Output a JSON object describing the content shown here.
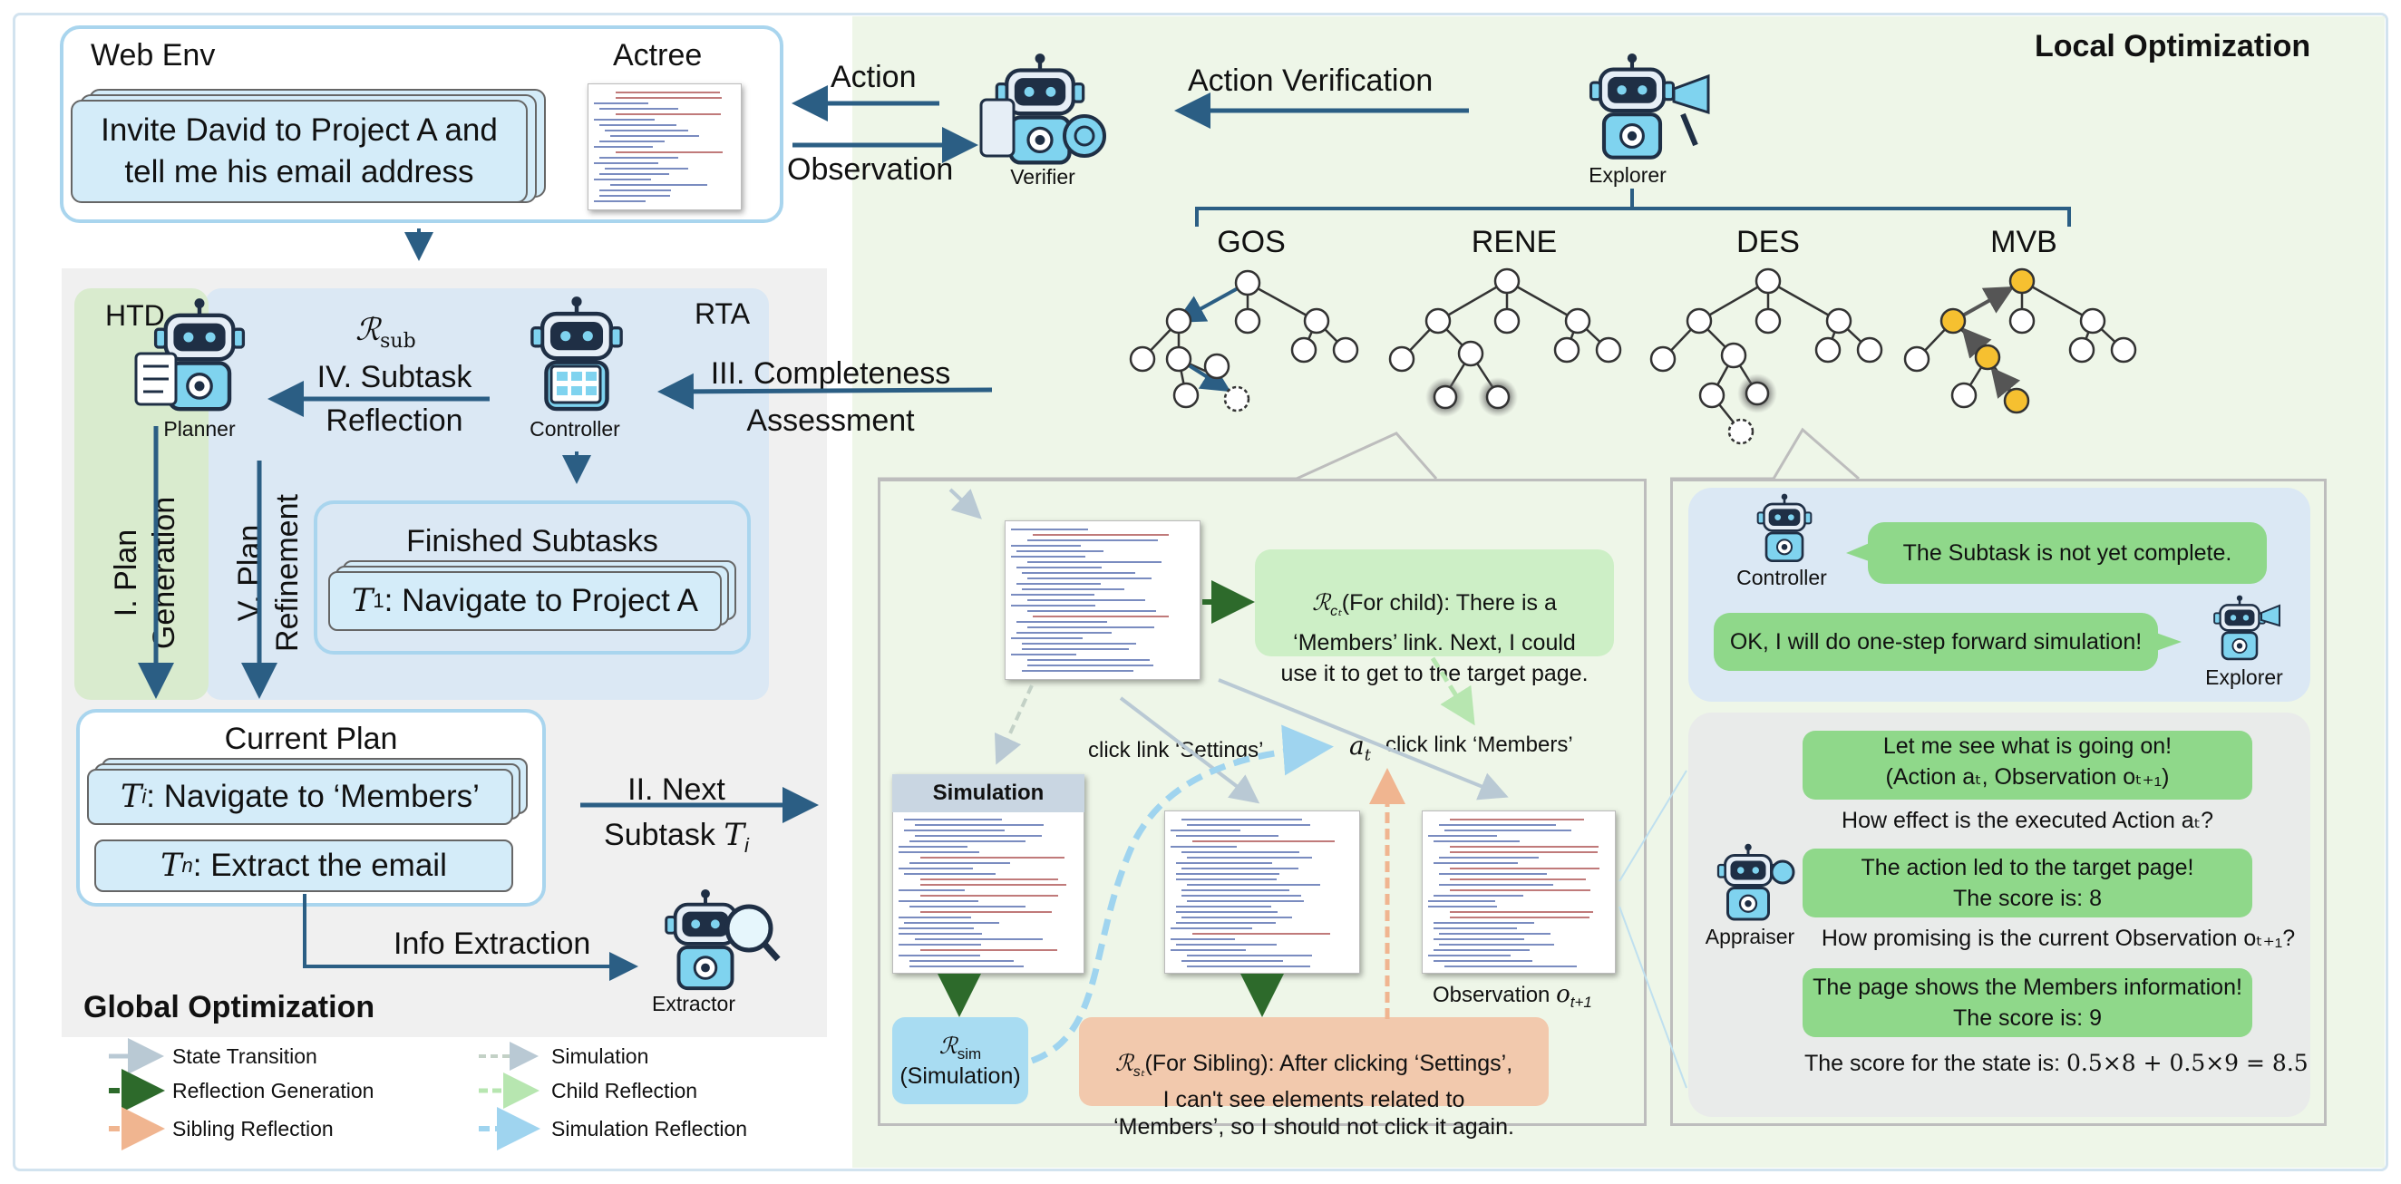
{
  "global": {
    "web_env": "Web Env",
    "actree": "Actree",
    "task": "Invite David to Project A and\ntell me his email address",
    "htd": "HTD",
    "rta": "RTA",
    "r_sub": "ℛ",
    "r_sub_sub": "sub",
    "subtask_reflection_1": "IV. Subtask",
    "subtask_reflection_2": "Reflection",
    "planner": "Planner",
    "controller": "Controller",
    "completeness_1": "III. Completeness",
    "completeness_2": "Assessment",
    "plan_gen_1": "I. Plan",
    "plan_gen_2": "Generation",
    "plan_ref_1": "V. Plan",
    "plan_ref_2": "Refinement",
    "finished_subtasks": "Finished Subtasks",
    "t1_sym": "T",
    "t1_sub": "1",
    "t1_text": ": Navigate to Project A",
    "current_plan": "Current Plan",
    "ti_sym": "T",
    "ti_sub": "i",
    "ti_text": ": Navigate to ‘Members’",
    "tn_sym": "T",
    "tn_sub": "n",
    "tn_text": ": Extract the email",
    "next_subtask_1": "II. Next",
    "next_subtask_2": "Subtask ",
    "next_subtask_sym": "T",
    "next_subtask_sub": "i",
    "info_extraction": "Info Extraction",
    "extractor": "Extractor",
    "global_opt": "Global Optimization"
  },
  "top": {
    "action": "Action",
    "observation": "Observation",
    "verifier": "Verifier",
    "action_verification": "Action Verification",
    "explorer": "Explorer",
    "local_opt": "Local Optimization"
  },
  "trees": [
    "GOS",
    "RENE",
    "DES",
    "MVB"
  ],
  "sim": {
    "simulation": "Simulation",
    "r_sim_sym": "ℛ",
    "r_sim_sub": "sim",
    "r_sim_label": "(Simulation)",
    "r_child_sym": "ℛ",
    "r_child_sub": "cₜ",
    "r_child_text": "(For child): There is a\n‘Members’ link. Next, I could\nuse it to get to the target page.",
    "r_sib_sym": "ℛ",
    "r_sib_sub": "sₜ",
    "r_sib_text": "(For Sibling): After clicking ‘Settings’,\nI can't see elements related to\n‘Members’, so I should not click it again.",
    "click_settings": "click link ‘Settings’",
    "a_t_sym": "a",
    "a_t_sub": "t",
    "click_members": "click link ‘Members’",
    "observation": "Observation ",
    "obs_sym": "o",
    "obs_sub": "t+1"
  },
  "dialog": {
    "controller": "Controller",
    "msg1": "The Subtask is not yet complete.",
    "msg2": "OK, I will do one-step forward simulation!",
    "explorer": "Explorer",
    "msg3_a": "Let me see what is going on!",
    "msg3_b": "(Action aₜ, Observation oₜ₊₁)",
    "q1": "How effect is the executed Action aₜ?",
    "msg4": "The action led to the target page!\nThe score is: 8",
    "appraiser": "Appraiser",
    "q2": "How promising is the current Observation oₜ₊₁?",
    "msg5": "The page shows the Members information!\nThe score is: 9",
    "final_prefix": "The score for the state is:  ",
    "final_formula": "0.5×8 + 0.5×9 = 8.5"
  },
  "legend": {
    "state_transition": "State Transition",
    "simulation": "Simulation",
    "reflection_generation": "Reflection Generation",
    "child_reflection": "Child Reflection",
    "sibling_reflection": "Sibling Reflection",
    "simulation_reflection": "Simulation Reflection"
  },
  "colors": {
    "green_bg": "#eef6e8",
    "blue_box": "#dbe8f4",
    "htd_green": "#d9ebce",
    "bubble_green": "#8fd88a",
    "arrow_dark": "#2b5e84",
    "light_blue_fill": "#d4ecf9",
    "peach": "#f2c9ad",
    "sim_blue": "#a8dcf2"
  },
  "icons": [
    "robot-planner-icon",
    "robot-controller-icon",
    "robot-verifier-icon",
    "robot-explorer-icon",
    "robot-extractor-icon",
    "robot-appraiser-icon"
  ]
}
